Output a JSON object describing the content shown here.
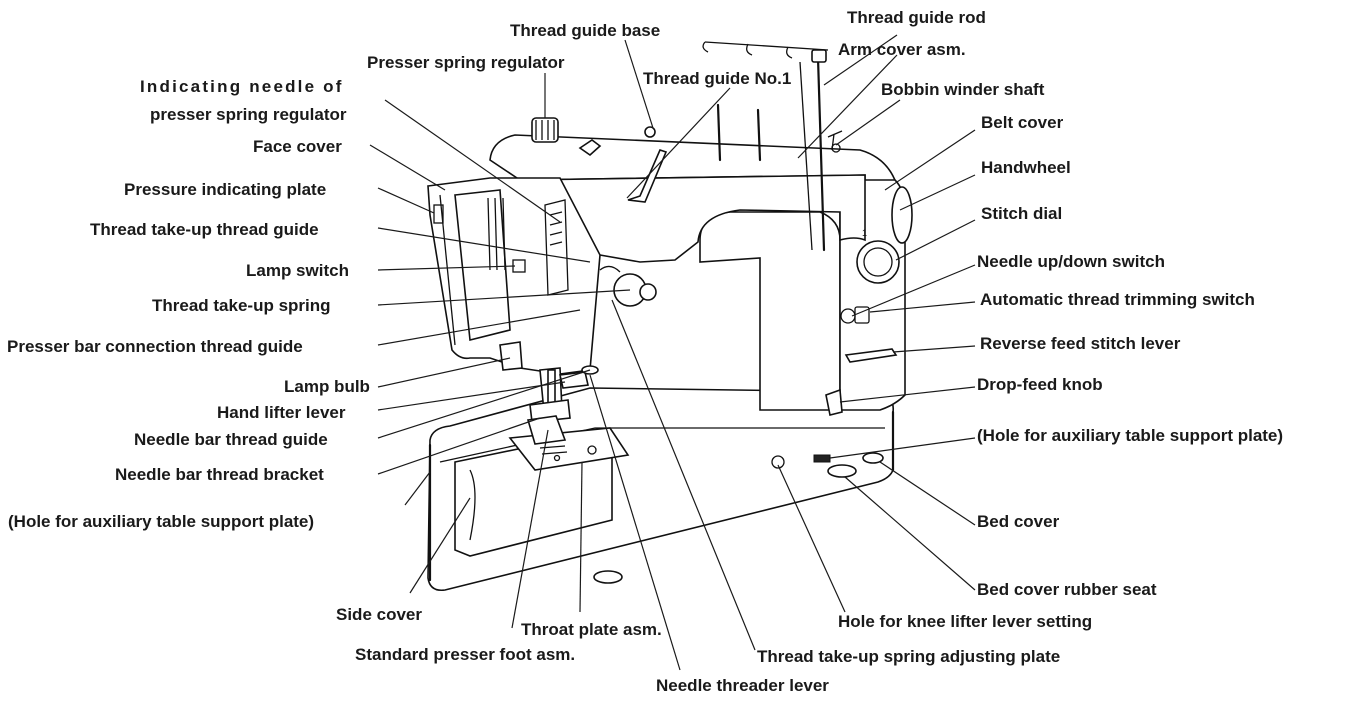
{
  "labels": {
    "thread_guide_base": "Thread guide base",
    "thread_guide_rod": "Thread guide rod",
    "arm_cover_asm": "Arm cover asm.",
    "presser_spring_regulator": "Presser spring regulator",
    "thread_guide_no1": "Thread guide No.1",
    "bobbin_winder_shaft": "Bobbin winder shaft",
    "indicating_needle_line1": "Indicating needle of",
    "indicating_needle_line2": "presser spring regulator",
    "belt_cover": "Belt cover",
    "face_cover": "Face cover",
    "handwheel": "Handwheel",
    "pressure_indicating_plate": "Pressure indicating plate",
    "stitch_dial": "Stitch dial",
    "thread_takeup_thread_guide": "Thread take-up thread guide",
    "lamp_switch": "Lamp switch",
    "needle_updown_switch": "Needle up/down switch",
    "thread_takeup_spring": "Thread take-up spring",
    "automatic_thread_trimming_switch": "Automatic thread trimming switch",
    "presser_bar_connection_thread_guide": "Presser bar connection thread guide",
    "reverse_feed_stitch_lever": "Reverse feed stitch lever",
    "lamp_bulb": "Lamp bulb",
    "drop_feed_knob": "Drop-feed knob",
    "hand_lifter_lever": "Hand lifter lever",
    "needle_bar_thread_guide": "Needle bar thread guide",
    "hole_aux_right": "(Hole for auxiliary table support plate)",
    "needle_bar_thread_bracket": "Needle bar thread bracket",
    "bed_cover": "Bed cover",
    "hole_aux_left": "(Hole for auxiliary table support plate)",
    "bed_cover_rubber_seat": "Bed cover rubber seat",
    "side_cover": "Side cover",
    "hole_knee_lifter": "Hole for knee lifter lever setting",
    "throat_plate_asm": "Throat plate asm.",
    "standard_presser_foot_asm": "Standard presser foot asm.",
    "thread_takeup_spring_adjusting_plate": "Thread take-up spring adjusting plate",
    "needle_threader_lever": "Needle threader lever"
  }
}
